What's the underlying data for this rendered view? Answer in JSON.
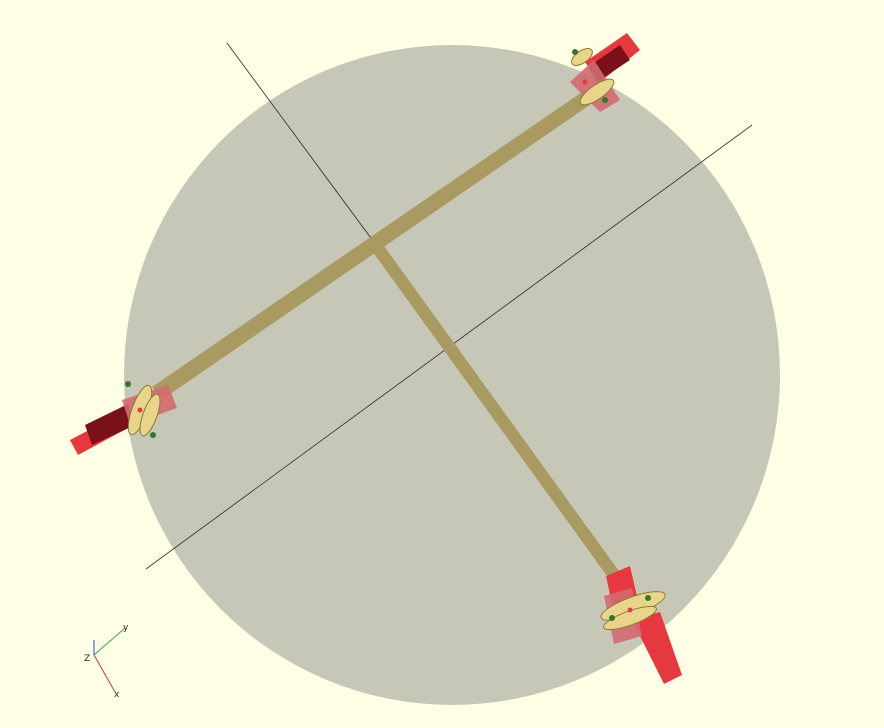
{
  "viewport": {
    "background": "#ffffe5",
    "base_plate_color": "#c7c7b8",
    "arm_color": "#a89a60",
    "motor_mount_color": "#e6393f",
    "motor_dark_color": "#7a1018",
    "gear_color": "#e8d58a",
    "axes_line_color": "#3a3a3a"
  },
  "axes_indicator": {
    "z_label": "Z",
    "y_label": "y",
    "x_label": "x",
    "z_color": "#2244cc",
    "y_color": "#3aa64a",
    "x_color": "#c23a3a"
  }
}
